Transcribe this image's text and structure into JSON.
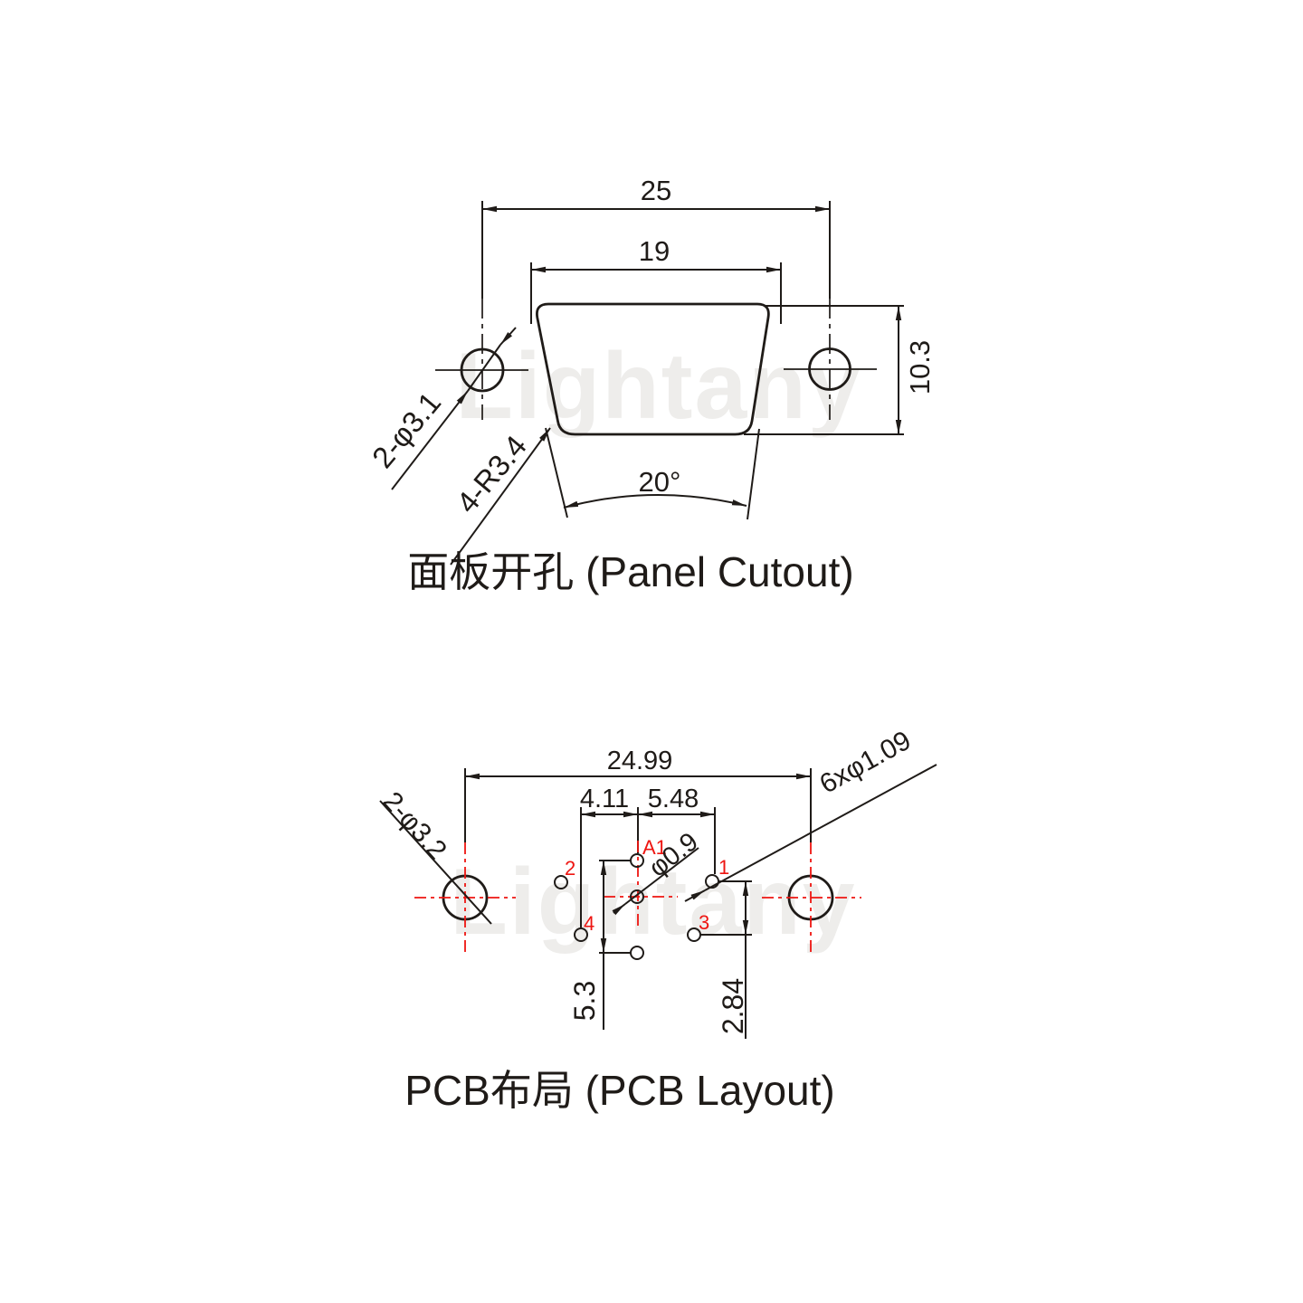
{
  "watermark": {
    "text": "Lightany"
  },
  "panel_cutout": {
    "caption": "面板开孔 (Panel Cutout)",
    "dim_outer_width": "25",
    "dim_inner_width": "19",
    "dim_height": "10.3",
    "dim_angle": "20°",
    "label_mount_holes": "2-φ3.1",
    "label_corner_radius": "4-R3.4"
  },
  "pcb_layout": {
    "caption": "PCB布局 (PCB Layout)",
    "dim_mount_spacing": "24.99",
    "dim_col_left": "4.11",
    "dim_col_right": "5.48",
    "label_pin_holes": "6xφ1.09",
    "label_mount_holes": "2-φ3.2",
    "label_center_pin": "φ0.9",
    "dim_shield_span": "5.3",
    "dim_signal_span": "2.84",
    "pins": {
      "a1": "A1",
      "p1": "1",
      "p2": "2",
      "p3": "3",
      "p4": "4"
    }
  },
  "colors": {
    "ink": "#1f1b18",
    "red": "#ee1511",
    "watermark": "#eeedeb",
    "background": "#ffffff"
  }
}
